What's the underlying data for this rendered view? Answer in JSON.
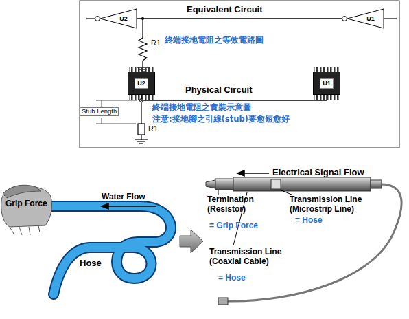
{
  "diagram": {
    "nodes": [
      {
        "text": [
          "U2"
        ]
      },
      {
        "text": [
          "U1"
        ]
      },
      {
        "text": [
          "U2"
        ]
      },
      {
        "text": [
          "U1"
        ]
      }
    ],
    "edges": [
      {
        "from": 0,
        "to": 1,
        "arrow": "none"
      },
      {
        "from": 2,
        "to": 3,
        "arrow": "none"
      }
    ],
    "labels": [
      "Equivalent Circuit",
      "R1",
      "終端接地電阻之等效電路圖",
      "Physical Circuit",
      "Stub Length",
      "R1",
      "終端接地電阻之實裝示意圖",
      "注意:接地腳之引線(stub)要愈短愈好",
      "Grip Force",
      "Water Flow",
      "Hose",
      "Electrical Signal Flow",
      "Termination (Resistor)",
      "= Grip Force",
      "Transmission Line (Microstrip Line)",
      "= Hose",
      "Transmission Line (Coaxial Cable)",
      "= Hose"
    ]
  }
}
